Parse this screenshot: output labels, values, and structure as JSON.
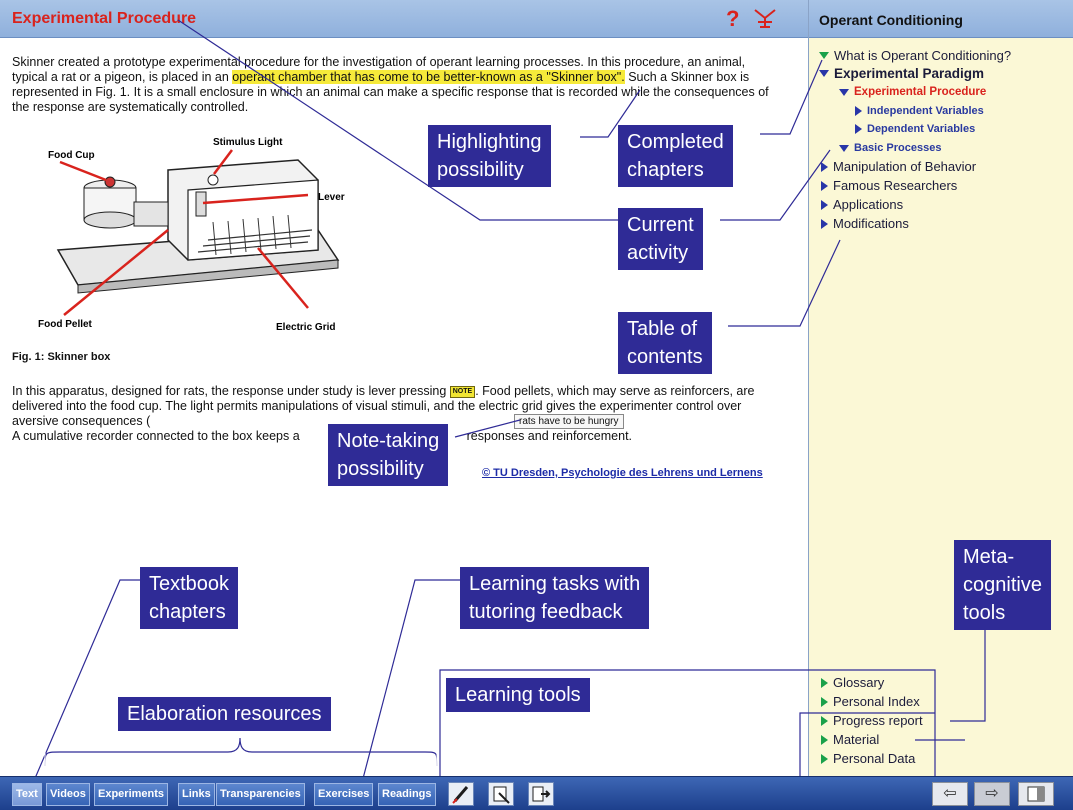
{
  "header": {
    "title": "Experimental Procedure",
    "help_glyph": "?"
  },
  "sidebar": {
    "title": "Operant Conditioning",
    "toc": [
      "What is Operant Conditioning?",
      "Experimental Paradigm",
      "Experimental Procedure",
      "Independent Variables",
      "Dependent Variables",
      "Basic Processes",
      "Manipulation of Behavior",
      "Famous Researchers",
      "Applications",
      "Modifications"
    ],
    "tools": [
      "Glossary",
      "Personal Index",
      "Progress report",
      "Material",
      "Personal Data"
    ]
  },
  "content": {
    "para1_a": "Skinner created a prototype experimental procedure for the investigation of operant learning processes. In this procedure, an animal, typical a rat or a pigeon, is placed in an ",
    "para1_highlight": "operant chamber that has come to be better-known as a \"Skinner box\".",
    "para1_b": " Such a Skinner box is represented in Fig. 1. It is a small enclosure in which an animal can make a specific response that is recorded while the consequences of the response are systematically controlled.",
    "fig_labels": {
      "food_cup": "Food Cup",
      "stimulus_light": "Stimulus Light",
      "lever": "Lever",
      "food_pellet": "Food Pellet",
      "electric_grid": "Electric Grid"
    },
    "fig_caption": "Fig. 1: Skinner box",
    "para2_a": "In this apparatus, designed for rats, the response under study is lever pressing ",
    "note_label": "NOTE",
    "para2_b": ". Food pellets, which may serve as reinforcers, are delivered into the food cup. The light permits manipulations of visual stimuli, and the electric grid gives the experimenter control over aversive consequences (",
    "para2_c": "A cumulative recorder connected to the box keeps a",
    "para2_d": "responses and reinforcement.",
    "tooltip": "rats have to be hungry",
    "copyright": "© TU Dresden, Psychologie des Lehrens und Lernens"
  },
  "annotations": {
    "highlighting": "Highlighting\npossibility",
    "completed": "Completed\nchapters",
    "current": "Current\nactivity",
    "toc": "Table of\ncontents",
    "note": "Note-taking\npossibility",
    "textbook": "Textbook\nchapters",
    "learning_tasks": "Learning tasks with\ntutoring feedback",
    "metacognitive": "Meta-\ncognitive\ntools",
    "learning_tools": "Learning tools",
    "elaboration": "Elaboration resources"
  },
  "footer": {
    "tabs": [
      "Text",
      "Videos",
      "Experiments",
      "Links",
      "Transparencies",
      "Exercises",
      "Readings"
    ],
    "back_glyph": "⇦",
    "forward_glyph": "⇨"
  },
  "colors": {
    "accent_red": "#d9231d",
    "annotation_bg": "#2f2b96",
    "highlight": "#f6ea3a",
    "sidebar_bg": "#fbf8d6"
  }
}
